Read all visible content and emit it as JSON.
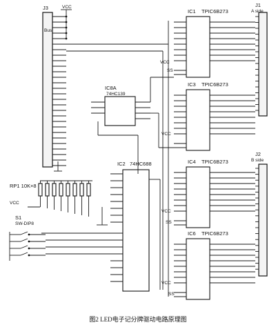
{
  "connector_j3": {
    "ref": "J3",
    "sub": "Bus"
  },
  "connector_j1": {
    "ref": "J1",
    "name": "A side"
  },
  "connector_j2": {
    "ref": "J2",
    "name": "B side"
  },
  "rpack": {
    "ref": "RP1 10K×8"
  },
  "switch": {
    "ref": "S1",
    "type": "SW-DIP8"
  },
  "decoder_small": {
    "ref": "IC8A",
    "part": "74HC139"
  },
  "decoder_big": {
    "ref": "IC2",
    "part": "74HC688"
  },
  "latches": [
    {
      "ref": "IC1",
      "part": "TPIC6B273"
    },
    {
      "ref": "IC3",
      "part": "TPIC6B273"
    },
    {
      "ref": "IC4",
      "part": "TPIC6B273"
    },
    {
      "ref": "IC6",
      "part": "TPIC6B273"
    }
  ],
  "net": {
    "vcc": "VCC",
    "ss": "SS"
  },
  "caption": "图2  LED电子记分牌驱动电路原理图"
}
